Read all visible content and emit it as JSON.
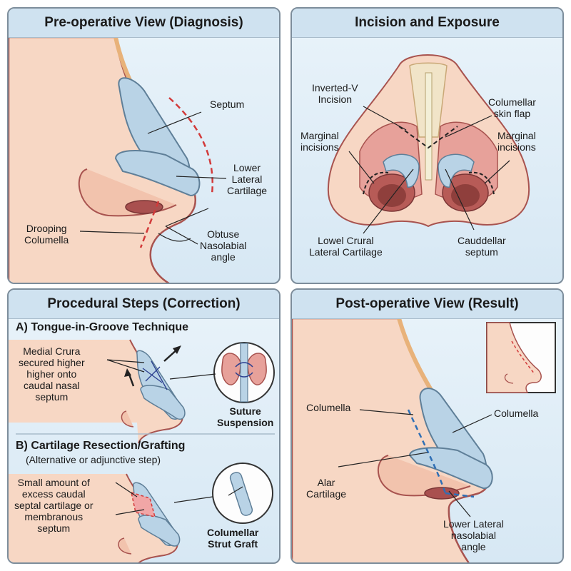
{
  "panels": {
    "pre": {
      "title": "Pre-operative View (Diagnosis)",
      "labels": {
        "septum": "Septum",
        "lower_lateral": "Lower\nLateral\nCartilage",
        "drooping": "Drooping\nColumella",
        "obtuse": "Obtuse\nNasolabial\nangle"
      }
    },
    "incision": {
      "title": "Incision and Exposure",
      "labels": {
        "inverted_v": "Inverted-V\nIncision",
        "columellar_flap": "Columellar\nskin flap",
        "marginal_left": "Marginal\nincisions",
        "marginal_right": "Marginal\nincisions",
        "lowel_crural": "Lowel Crural\nLateral Cartilage",
        "cauddellar": "Cauddellar\nseptum"
      }
    },
    "procedure": {
      "title": "Procedural Steps (Correction)",
      "step_a_title": "A) Tongue-in-Groove Technique",
      "medial_crura": "Medial Crura\nsecured higher\nhigher onto\ncaudal nasal\nseptum",
      "suture": "Suture\nSuspension",
      "step_b_title": "B) Cartilage Resection/Grafting",
      "step_b_note": "(Alternative or adjunctive step)",
      "excess": "Small amount of\nexcess caudal\nseptal cartilage or\nmembranous\nseptum",
      "strut": "Columellar\nStrut Graft"
    },
    "post": {
      "title": "Post-operative View (Result)",
      "labels": {
        "columella_left": "Columella",
        "columella_right": "Columella",
        "alar": "Alar\nCartilage",
        "lower_lateral": "Lower Lateral\nnasolabial\nangle"
      }
    }
  },
  "colors": {
    "skin": "#f7d7c4",
    "skin_line": "#a8534f",
    "cartilage": "#b9d3e6",
    "cartilage_line": "#5f7f98",
    "red_dash": "#d23a3a",
    "blue_dash": "#2f6fb5"
  }
}
